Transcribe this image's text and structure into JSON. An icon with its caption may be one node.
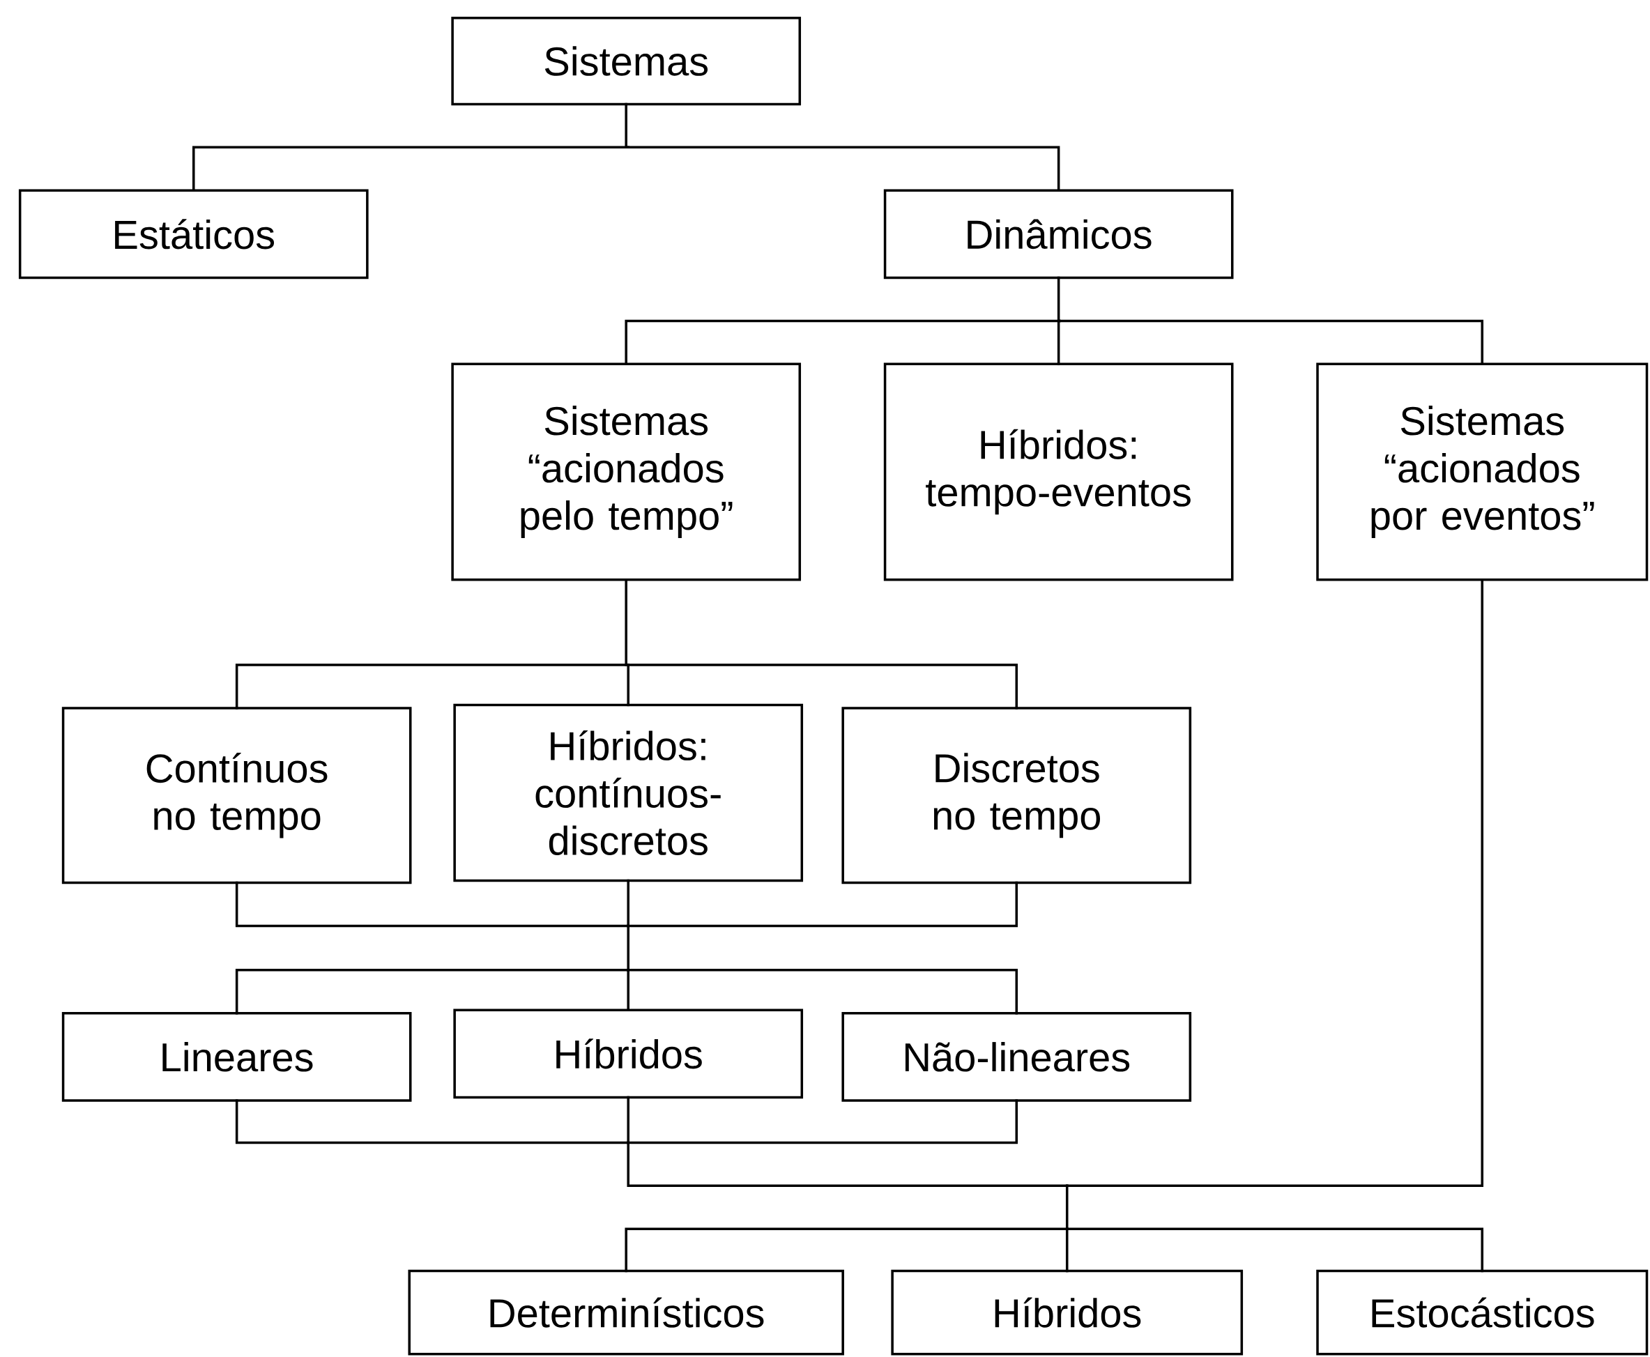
{
  "diagram": {
    "nodes": [
      {
        "text": [
          "Sistemas"
        ]
      },
      {
        "text": [
          "Estáticos"
        ]
      },
      {
        "text": [
          "Dinâmicos"
        ]
      },
      {
        "text": [
          "Sistemas “acionados pelo tempo”"
        ]
      },
      {
        "text": [
          "Híbridos: tempo-eventos"
        ]
      },
      {
        "text": [
          "Sistemas “acionados por eventos”"
        ]
      },
      {
        "text": [
          "Contínuos no tempo"
        ]
      },
      {
        "text": [
          "Híbridos: contínuos-discretos"
        ]
      },
      {
        "text": [
          "Discretos no tempo"
        ]
      },
      {
        "text": [
          "Lineares"
        ]
      },
      {
        "text": [
          "Híbridos"
        ]
      },
      {
        "text": [
          "Não-lineares"
        ]
      },
      {
        "text": [
          "Determinísticos"
        ]
      },
      {
        "text": [
          "Híbridos"
        ]
      },
      {
        "text": [
          "Estocásticos"
        ]
      }
    ],
    "edges": [
      {
        "from": 0,
        "to": 1,
        "arrow": "none"
      },
      {
        "from": 0,
        "to": 2,
        "arrow": "none"
      },
      {
        "from": 2,
        "to": 3,
        "arrow": "none"
      },
      {
        "from": 2,
        "to": 4,
        "arrow": "none"
      },
      {
        "from": 2,
        "to": 5,
        "arrow": "none"
      },
      {
        "from": 3,
        "to": 6,
        "arrow": "none"
      },
      {
        "from": 3,
        "to": 7,
        "arrow": "none"
      },
      {
        "from": 3,
        "to": 8,
        "arrow": "none"
      },
      {
        "from": 6,
        "to": 9,
        "arrow": "none"
      },
      {
        "from": 6,
        "to": 10,
        "arrow": "none"
      },
      {
        "from": 6,
        "to": 11,
        "arrow": "none"
      },
      {
        "from": 7,
        "to": 9,
        "arrow": "none"
      },
      {
        "from": 7,
        "to": 10,
        "arrow": "none"
      },
      {
        "from": 7,
        "to": 11,
        "arrow": "none"
      },
      {
        "from": 8,
        "to": 9,
        "arrow": "none"
      },
      {
        "from": 8,
        "to": 10,
        "arrow": "none"
      },
      {
        "from": 8,
        "to": 11,
        "arrow": "none"
      },
      {
        "from": 9,
        "to": 12,
        "arrow": "none"
      },
      {
        "from": 9,
        "to": 13,
        "arrow": "none"
      },
      {
        "from": 9,
        "to": 14,
        "arrow": "none"
      },
      {
        "from": 10,
        "to": 12,
        "arrow": "none"
      },
      {
        "from": 10,
        "to": 13,
        "arrow": "none"
      },
      {
        "from": 10,
        "to": 14,
        "arrow": "none"
      },
      {
        "from": 11,
        "to": 12,
        "arrow": "none"
      },
      {
        "from": 11,
        "to": 13,
        "arrow": "none"
      },
      {
        "from": 11,
        "to": 14,
        "arrow": "none"
      },
      {
        "from": 5,
        "to": 12,
        "arrow": "none"
      },
      {
        "from": 5,
        "to": 13,
        "arrow": "none"
      },
      {
        "from": 5,
        "to": 14,
        "arrow": "none"
      }
    ]
  }
}
